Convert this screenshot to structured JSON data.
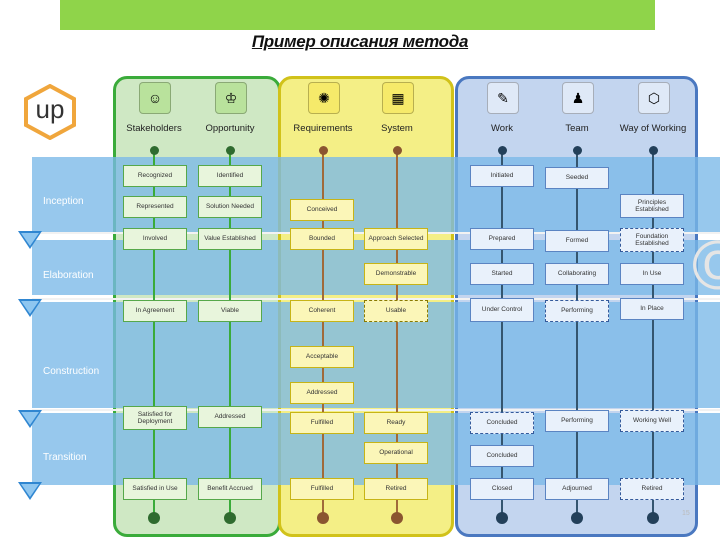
{
  "title": "Пример описания метода",
  "logo_text": "up",
  "alphas": {
    "stakeholders": "Stakeholders",
    "opportunity": "Opportunity",
    "requirements": "Requirements",
    "system": "System",
    "work": "Work",
    "team": "Team",
    "way_of_working": "Way of Working"
  },
  "phases": {
    "inception": "Inception",
    "elaboration": "Elaboration",
    "construction": "Construction",
    "transition": "Transition"
  },
  "cards": {
    "recognized": "Recognized",
    "identified": "Identified",
    "represented": "Represented",
    "solution_needed": "Solution Needed",
    "involved": "Involved",
    "value_established": "Value Established",
    "in_agreement": "In Agreement",
    "viable": "Viable",
    "satisfied_for_deployment": "Satisfied for Deployment",
    "addressed_opp": "Addressed",
    "satisfied_in_use": "Satisfied in Use",
    "benefit_accrued": "Benefit Accrued",
    "conceived": "Conceived",
    "bounded": "Bounded",
    "coherent": "Coherent",
    "acceptable": "Acceptable",
    "addressed_req": "Addressed",
    "fulfilled_1": "Fulfilled",
    "fulfilled_2": "Fulfilled",
    "approach_selected": "Approach Selected",
    "demonstrable": "Demonstrable",
    "usable": "Usable",
    "ready": "Ready",
    "operational": "Operational",
    "retired": "Retired",
    "initiated": "Initiated",
    "prepared": "Prepared",
    "started": "Started",
    "under_control": "Under Control",
    "concluded_1": "Concluded",
    "concluded_2": "Concluded",
    "closed": "Closed",
    "seeded": "Seeded",
    "formed": "Formed",
    "collaborating": "Collaborating",
    "performing_1": "Performing",
    "performing_2": "Performing",
    "adjourned": "Adjourned",
    "principles_established": "Principles Established",
    "foundation_established": "Foundation Established",
    "in_use": "In Use",
    "in_place": "In Place",
    "working_well": "Working Well",
    "retired_way": "Retired"
  },
  "page_number": "15",
  "colors": {
    "green": "#3aab3a",
    "yellow": "#d1c21a",
    "blue": "#4a78c0",
    "band": "#7ab8e8",
    "topbar": "#8fd44a",
    "hex_orange": "#f0a63c"
  },
  "icons": [
    "stakeholders-icon",
    "opportunity-icon",
    "requirements-icon",
    "system-icon",
    "work-icon",
    "team-icon",
    "way-of-working-icon"
  ]
}
